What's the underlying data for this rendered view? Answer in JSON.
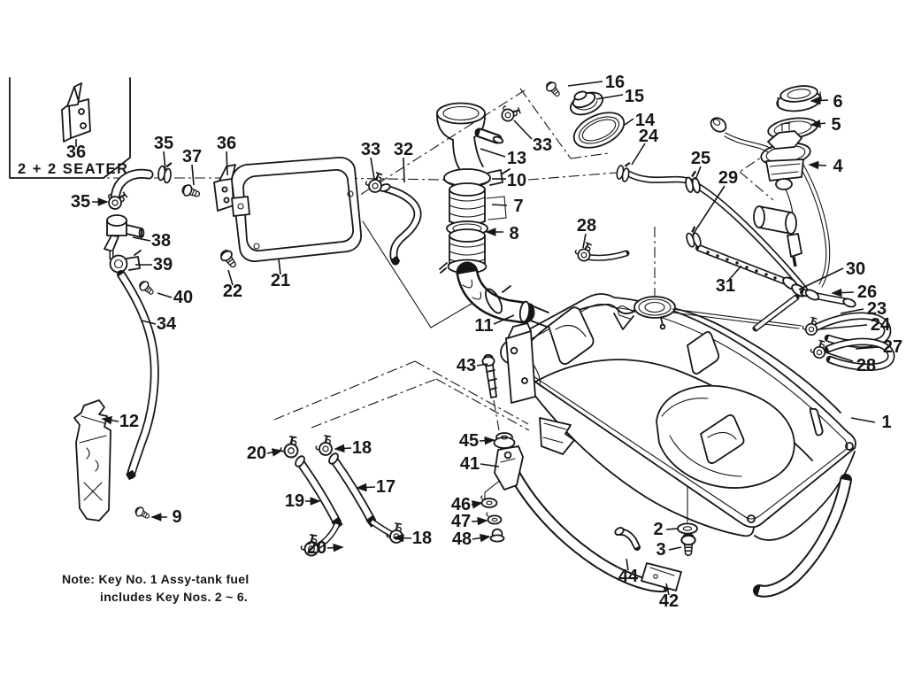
{
  "diagram": {
    "inset_caption": "2 + 2 SEATER",
    "note_line1": "Note:  Key No. 1 Assy-tank fuel",
    "note_line2": "includes Key Nos. 2 ~ 6.",
    "callouts": [
      "16",
      "15",
      "14",
      "24",
      "6",
      "5",
      "4",
      "25",
      "29",
      "33",
      "13",
      "10",
      "7",
      "8",
      "28",
      "31",
      "30",
      "26",
      "23",
      "24",
      "27",
      "28",
      "1",
      "35",
      "37",
      "36",
      "33",
      "32",
      "35",
      "38",
      "39",
      "40",
      "34",
      "22",
      "21",
      "36",
      "12",
      "9",
      "20",
      "18",
      "17",
      "19",
      "20",
      "18",
      "11",
      "43",
      "45",
      "41",
      "46",
      "47",
      "48",
      "2",
      "3",
      "44",
      "42"
    ]
  },
  "colors": {
    "ink": "#161616",
    "paper": "#ffffff"
  }
}
